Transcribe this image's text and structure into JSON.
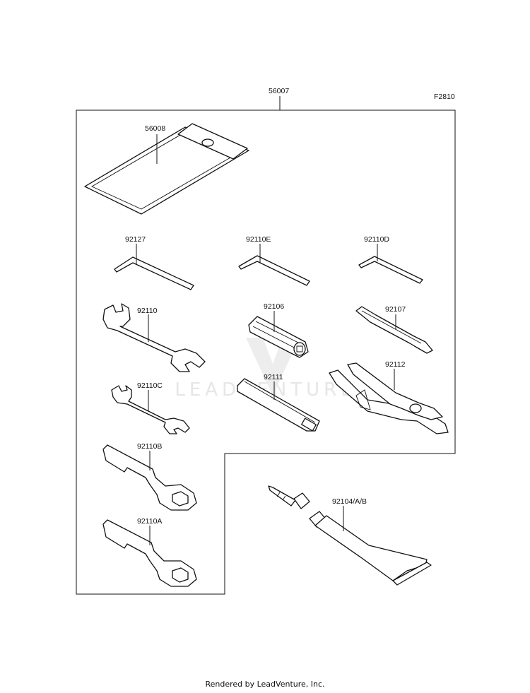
{
  "figure_code": "F2810",
  "assembly_label": "56007",
  "watermark": "LEADVENTURE",
  "callouts": {
    "pouch": "56008",
    "hex_key_large": "92127",
    "hex_key_medium": "92110E",
    "hex_key_small": "92110D",
    "wrench_open_large": "92110",
    "socket_tool": "92106",
    "screwdriver": "92107",
    "wrench_open_small": "92110C",
    "handle_bar": "92111",
    "pliers": "92112",
    "box_wrench_upper": "92110B",
    "box_wrench_lower": "92110A",
    "grease_tube": "92104/A/B"
  },
  "footer": "Rendered by LeadVenture, Inc."
}
